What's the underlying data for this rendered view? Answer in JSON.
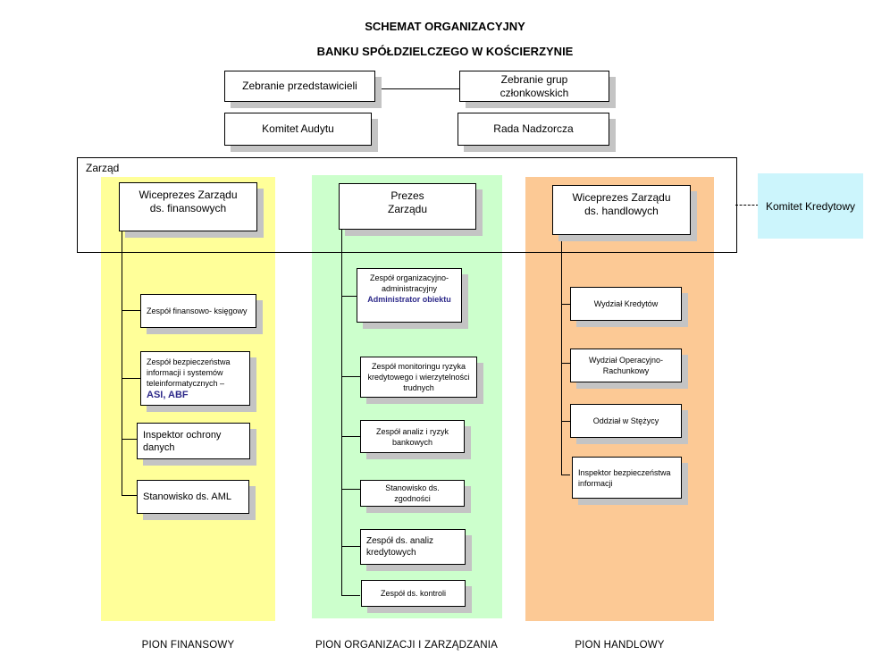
{
  "title": {
    "line1": "SCHEMAT ORGANIZACYJNY",
    "line2": "BANKU SPÓŁDZIELCZEGO W KOŚCIERZYNIE"
  },
  "top": {
    "zebranie_przedstawicieli": "Zebranie przedstawicieli",
    "zebranie_grup": "Zebranie grup członkowskich",
    "komitet_audytu": "Komitet Audytu",
    "rada_nadzorcza": "Rada Nadzorcza"
  },
  "zarzad": {
    "label": "Zarząd",
    "wiceprezes_fin_l1": "Wiceprezes Zarządu",
    "wiceprezes_fin_l2": "ds. finansowych",
    "prezes_l1": "Prezes",
    "prezes_l2": "Zarządu",
    "wiceprezes_handl_l1": "Wiceprezes Zarządu",
    "wiceprezes_handl_l2": "ds. handlowych"
  },
  "komitet_kredytowy": "Komitet Kredytowy",
  "pion_finansowy": {
    "label": "PION FINANSOWY",
    "units": {
      "zespol_fk": "Zespół finansowo- księgowy",
      "zespol_bezp_text": "Zespół bezpieczeństwa informacji i systemów teleinformatycznych –",
      "zespol_bezp_highlight": "ASI, ABF",
      "inspektor_ochrony": "Inspektor ochrony danych",
      "stanowisko_aml": "Stanowisko ds. AML"
    }
  },
  "pion_organizacji": {
    "label": "PION ORGANIZACJI I ZARZĄDZANIA",
    "units": {
      "zespol_org_text": "Zespół organizacyjno-administracyjny",
      "zespol_org_highlight": "Administrator obiektu",
      "zespol_monitoringu": "Zespół monitoringu ryzyka kredytowego i wierzytelności trudnych",
      "zespol_analiz_ryzyk": "Zespół analiz i ryzyk bankowych",
      "stanowisko_zgodnosci": "Stanowisko ds. zgodności",
      "zespol_analiz_kred": "Zespół ds. analiz kredytowych",
      "zespol_kontroli": "Zespół ds. kontroli"
    }
  },
  "pion_handlowy": {
    "label": "PION HANDLOWY",
    "units": {
      "wydzial_kredytow": "Wydział Kredytów",
      "wydzial_oper": "Wydział Operacyjno-Rachunkowy",
      "oddzial_stezyca": "Oddział w Stężycy",
      "inspektor_bezp": "Inspektor bezpieczeństwa informacji"
    }
  },
  "colors": {
    "pion_finansowy_bg": "#ffff99",
    "pion_organizacji_bg": "#ccffcc",
    "pion_handlowy_bg": "#fcc995",
    "komitet_kredytowy_bg": "#ccf5fc",
    "highlight_text": "#2e2a8a",
    "shadow": "#c4c4c4"
  }
}
